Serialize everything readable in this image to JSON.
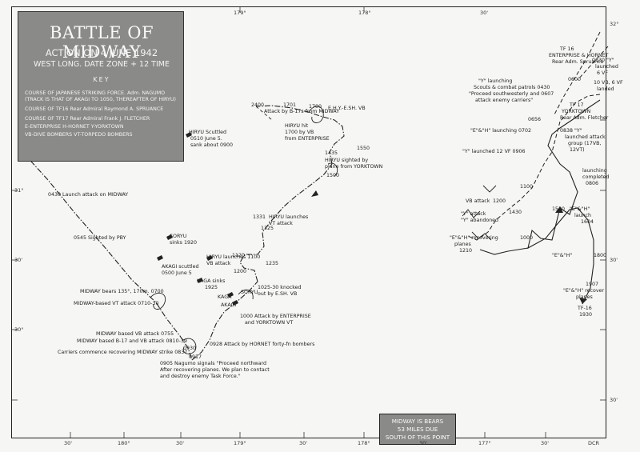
{
  "title": {
    "main": "BATTLE OF MIDWAY",
    "line2": "ACTION ON 4 JUNE 1942",
    "line3": "WEST LONG. DATE ZONE + 12 TIME",
    "key_heading": "KEY"
  },
  "key": {
    "japanese_course": "COURSE OF JAPANESE STRIKING FORCE. Adm. NAGUMO",
    "japanese_track": "(TRACK IS THAT OF AKAGI TO 1050, THEREAFTER OF HIRYU)",
    "tf16": "COURSE OF TF16 Rear Admiral Raymond A. SPRUANCE",
    "tf17": "COURSE OF TF17 Rear Admiral Frank J. FLETCHER",
    "carriers": "E-ENTERPRISE  H-HORNET  Y-YORKTOWN",
    "bombers": "VB-DIVE BOMBERS  VT-TORPEDO BOMBERS"
  },
  "midway_note": {
    "line1": "MIDWAY IS BEARS",
    "line2": "53 MILES DUE",
    "line3": "SOUTH OF THIS POINT"
  },
  "longitudes_top": [
    "179°",
    "178°",
    "30'"
  ],
  "longitudes_bottom": [
    "30'",
    "180°",
    "30'",
    "179°",
    "30'",
    "178°",
    "30'",
    "177°",
    "30'",
    "DCR"
  ],
  "latitudes": [
    "32°",
    "31°",
    "30'",
    "30'",
    "30°",
    "30'"
  ],
  "japanese_labels": [
    "0430 Launch attack on MIDWAY",
    "0545 Sighted by PBY",
    "MIDWAY bears 135°, 170m. 0700",
    "MIDWAY-based VT attack 0710-30",
    "MIDWAY based VB attack 0755",
    "MIDWAY based B-17 and VB attack 0810-39",
    "Carriers commence recovering MIDWAY strike 0837",
    "0930",
    "0917",
    "0928 Attack by HORNET forty-fn bombers",
    "0905 Nagumo signals \"Proceed northward",
    "After recovering planes. We plan to contact",
    "and destroy enemy Task Force.\"",
    "SORYU",
    "sinks 1920",
    "AKAGI scuttled",
    "0500 June 5",
    "KAGA sinks",
    "1925",
    "HIRYU launches 1100",
    "VB attack",
    "KAGA",
    "AKAGI",
    "SORYU",
    "1025-30 knocked",
    "out by E.SH. VB",
    "1000 Attack by ENTERPRISE",
    "and YORKTOWN VT",
    "1120",
    "1200",
    "1235",
    "1331",
    "HIRYU launches",
    "VT attack",
    "1325",
    "1435",
    "HIRYU sighted by",
    "plane from YORKTOWN",
    "1550",
    "1500",
    "1700",
    "2400",
    "Attack by B-17s from MIDWAY",
    "1701",
    "HIRYU hit",
    "1700 by VB",
    "from ENTERPRISE",
    "E.H.Y.-E.SH. VB",
    "HIRYU Scuttled",
    "0510 June 5.",
    "sank about 0900"
  ],
  "us_labels": [
    "TF 16",
    "ENTERPRISE & HORNET",
    "Rear Adm. Spruance",
    "0630 \"Y\"",
    "launched",
    "6 VF",
    "10 VB, 6 VF",
    "landed",
    "0600",
    "\"Y\" launching",
    "Scouts & combat patrols 0430",
    "\"Proceed southwesterly and 0607",
    "attack enemy carriers\"",
    "TF 17",
    "YORKTOWN",
    "Rear Adm. Fletcher",
    "0656",
    "\"E\"&\"H\" launching 0702",
    "0838 \"Y\"",
    "launched attack",
    "group (17VB,",
    "12VT)",
    "\"Y\" launched 12 VF 0906",
    "launching",
    "completed",
    "0806",
    "1100",
    "VB attack",
    "\"Y\" attack",
    "\"Y\" abandoned",
    "1200",
    "1430",
    "1530",
    "\"E\"&\"H\"",
    "launch",
    "1604",
    "\"E\"&\"H\" recovering",
    "planes",
    "1210",
    "1000",
    "\"E\"&\"H\"",
    "1800",
    "1907",
    "\"E\"&\"H\" recover",
    "planes",
    "TF-16",
    "1930"
  ],
  "colors": {
    "key_fill": "#8a8a88",
    "paper": "#f6f6f4",
    "ink": "#222222"
  }
}
